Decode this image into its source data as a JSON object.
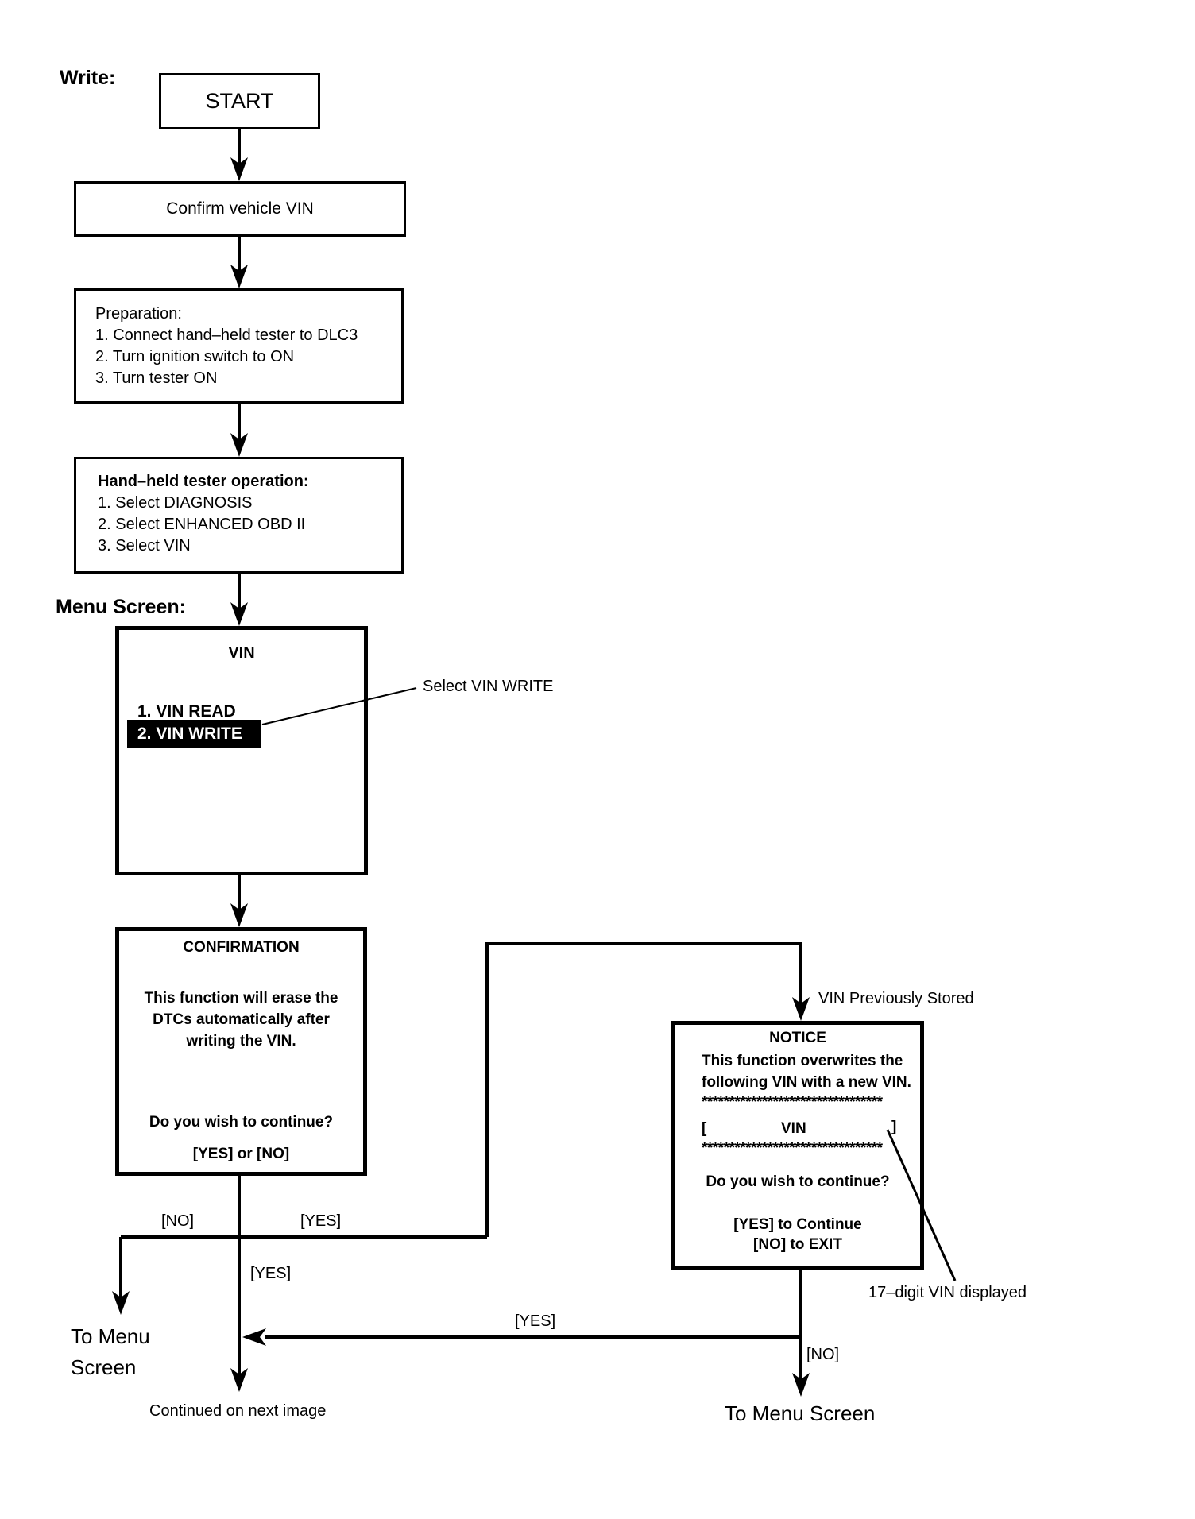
{
  "flow": {
    "write_label": "Write:",
    "menu_screen_label": "Menu Screen:",
    "start": "START",
    "confirm_vin": "Confirm vehicle VIN",
    "preparation": {
      "title": "Preparation:",
      "steps": [
        "1. Connect hand–held tester to DLC3",
        "2. Turn ignition switch to ON",
        "3. Turn tester ON"
      ]
    },
    "tester_op": {
      "title": "Hand–held tester operation:",
      "steps": [
        "1. Select DIAGNOSIS",
        "2. Select ENHANCED OBD II",
        "3. Select VIN"
      ]
    },
    "vin_menu": {
      "title": "VIN",
      "item_read": "1. VIN READ",
      "item_write": "2. VIN WRITE"
    },
    "confirmation": {
      "title": "CONFIRMATION",
      "body1": "This function will erase the",
      "body2": "DTCs automatically after",
      "body3": "writing the VIN.",
      "question": "Do you wish to continue?",
      "options": "[YES] or [NO]"
    },
    "notice": {
      "title": "NOTICE",
      "body1": "This function overwrites the",
      "body2": "following VIN with a new VIN.",
      "stars1": "*********************************",
      "vin_open": "[",
      "vin": "VIN",
      "vin_close": "]",
      "stars2": "*********************************",
      "question": "Do you wish to continue?",
      "yes_line": "[YES] to Continue",
      "no_line": "[NO] to EXIT"
    },
    "callouts": {
      "select_vin_write": "Select VIN WRITE",
      "vin_previously_stored": "VIN Previously Stored",
      "digit_vin": "17–digit VIN displayed"
    },
    "branch_labels": {
      "no_left": "[NO]",
      "yes_right": "[YES]",
      "yes_down": "[YES]",
      "yes_mid": "[YES]",
      "no_notice": "[NO]"
    },
    "endpoints": {
      "to_menu_left_line1": "To Menu",
      "to_menu_left_line2": "Screen",
      "to_menu_right": "To Menu Screen",
      "continued": "Continued on next image"
    }
  }
}
